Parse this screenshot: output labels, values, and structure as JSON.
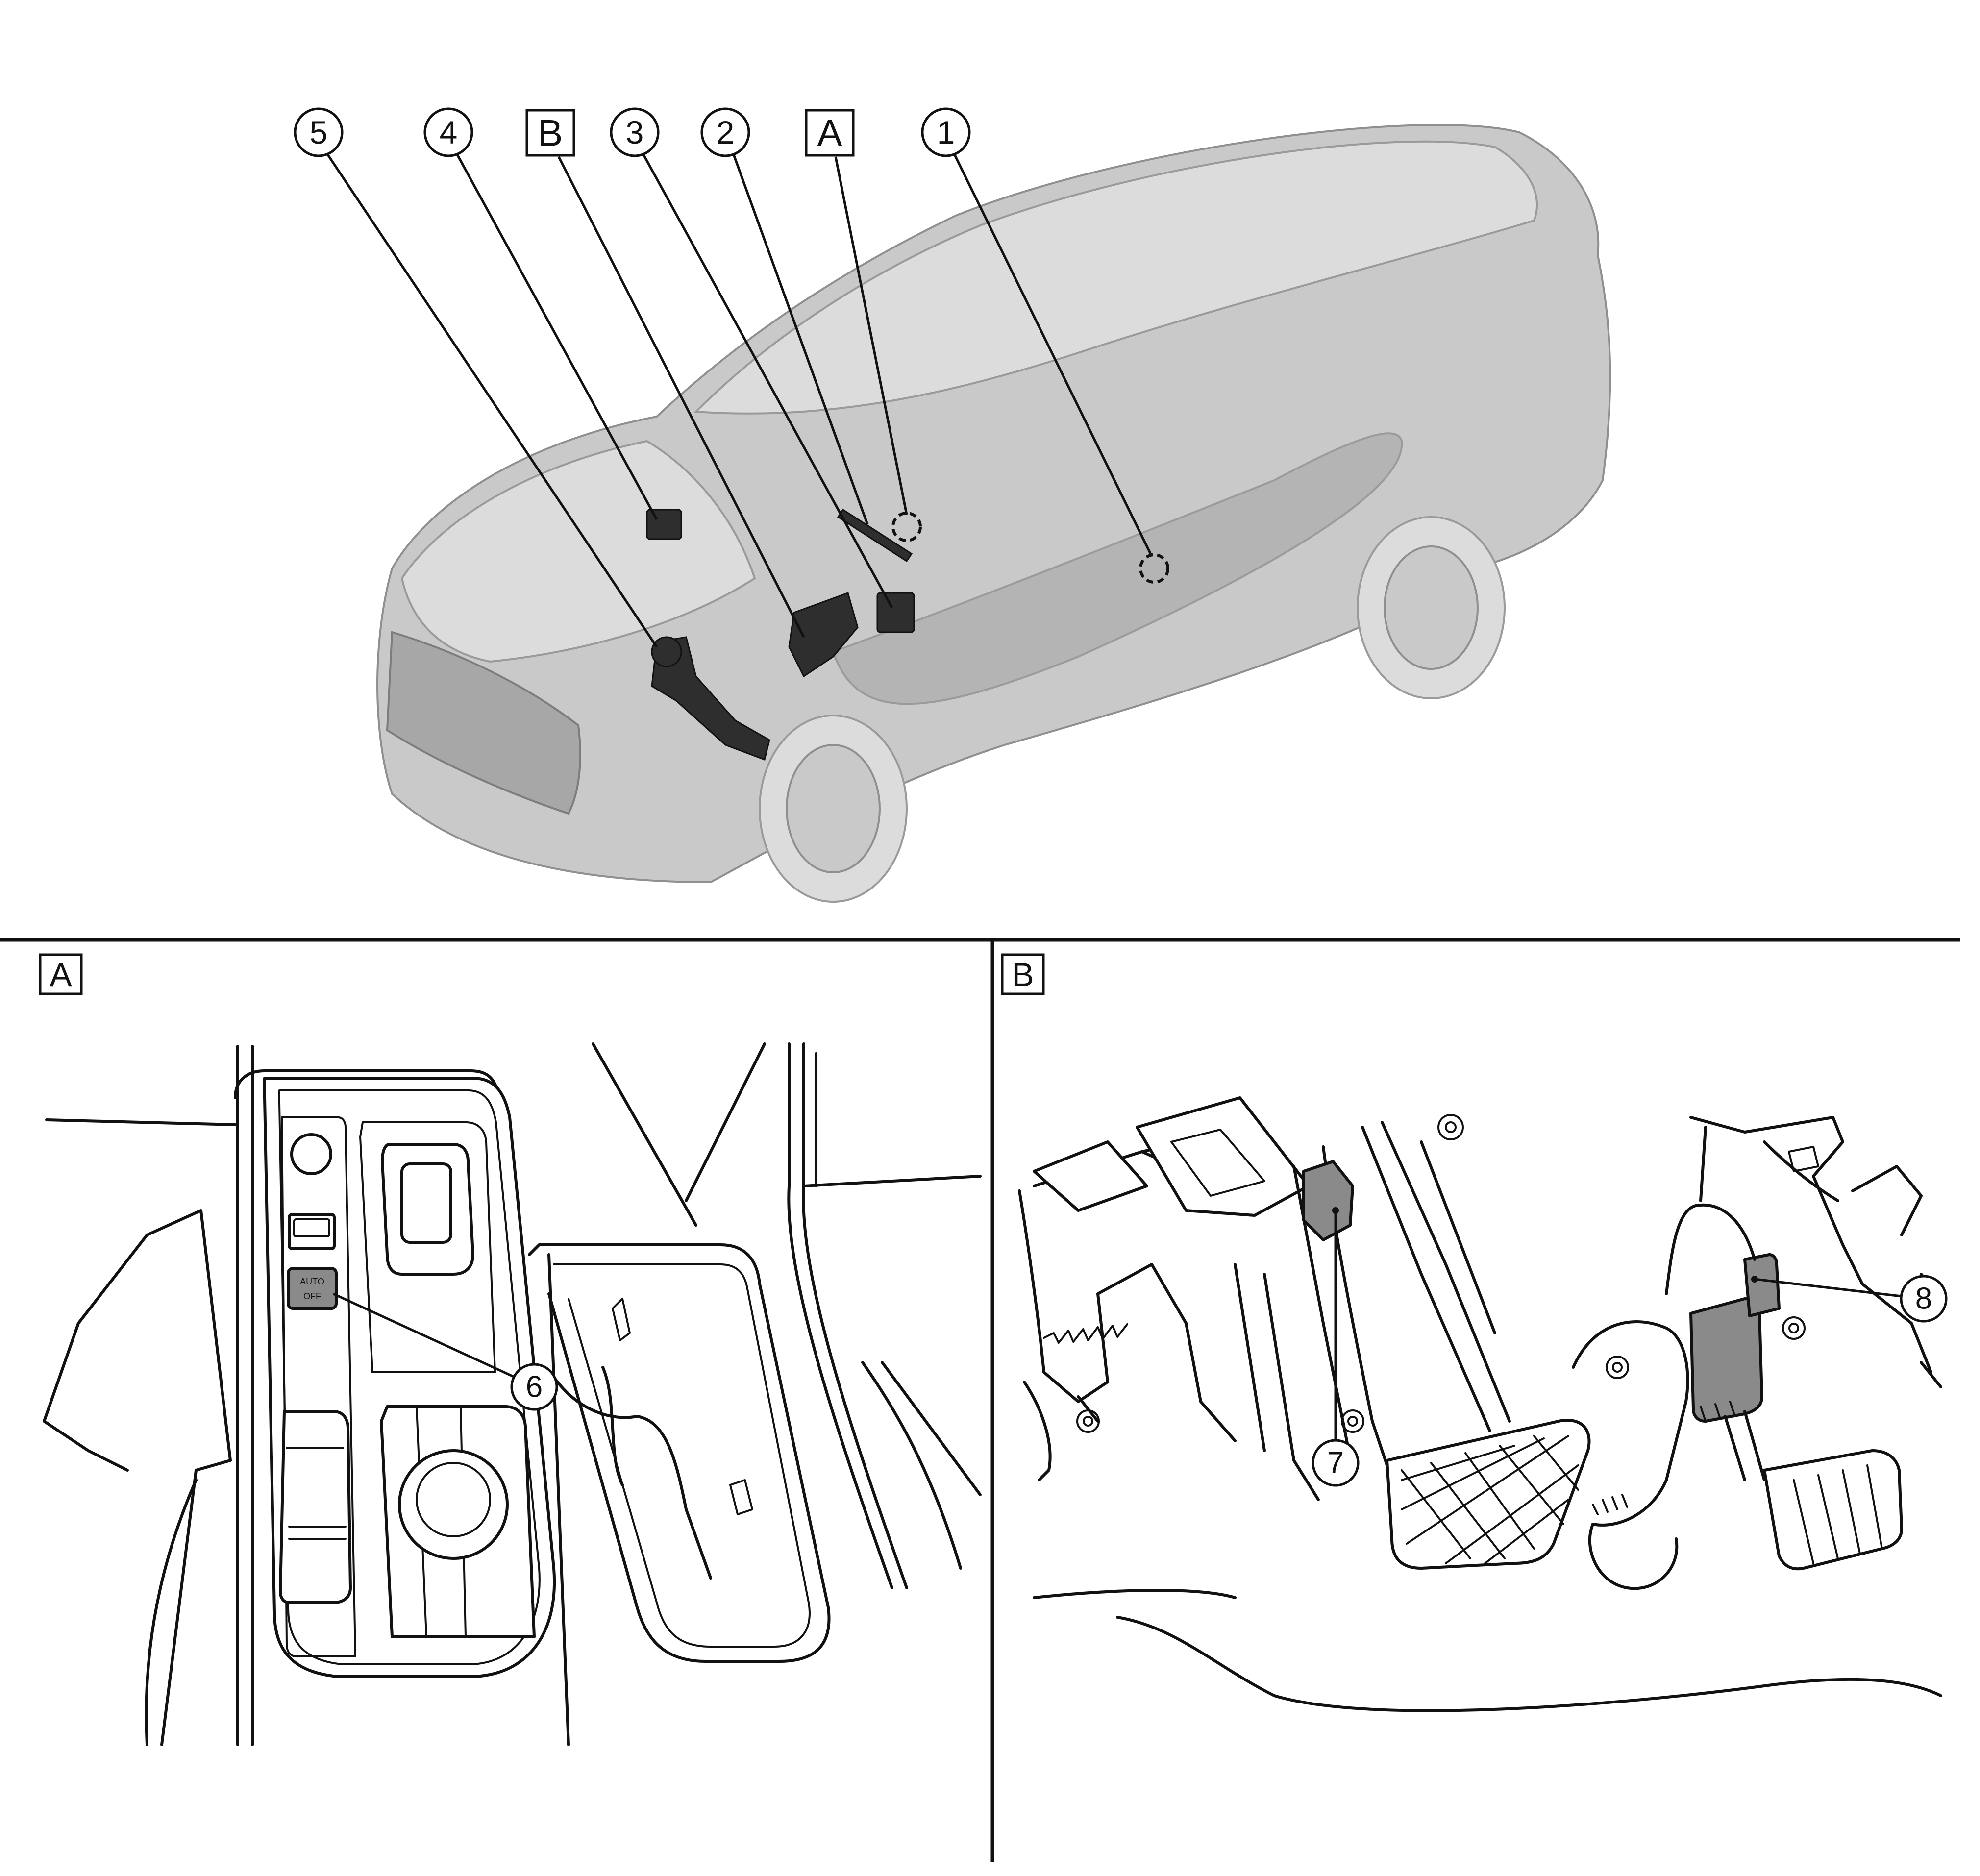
{
  "callouts": {
    "c1": "1",
    "c2": "2",
    "c3": "3",
    "c4": "4",
    "c5": "5",
    "c6": "6",
    "c7": "7",
    "c8": "8",
    "box_a": "A",
    "box_b": "B"
  },
  "panels": {
    "a_label": "A",
    "b_label": "B"
  },
  "switch_text": {
    "line1": "AUTO",
    "line2": "OFF"
  },
  "colors": {
    "line": "#111111",
    "car_ghost": "#c9c9c9",
    "component": "#2e2e2e",
    "highlight_part": "#8a8a8a"
  }
}
